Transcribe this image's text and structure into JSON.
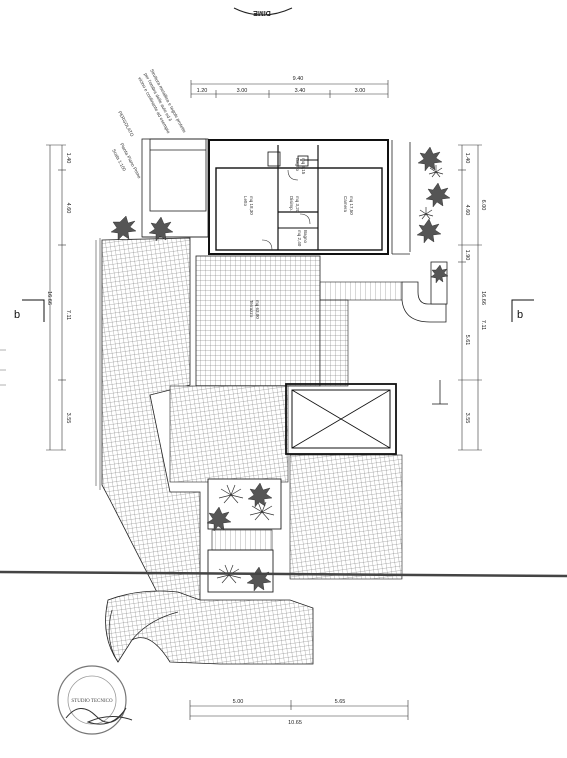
{
  "header_stamp": "DIME",
  "top_dims": {
    "total": "9.40",
    "segs": [
      "1.20",
      "3.00",
      "3.40",
      "3.00"
    ]
  },
  "bottom_dims": {
    "total": "10.65",
    "segs": [
      "5.00",
      "5.65"
    ]
  },
  "left_dims": [
    "1.40",
    "4.60",
    "16.66",
    "7.11",
    "3.55"
  ],
  "right_dims_inner": [
    "1.40",
    "4.60",
    "1.90",
    "5.61",
    "3.55"
  ],
  "right_dims_outer": [
    "6.00",
    "16.66",
    "7.11"
  ],
  "section_marks": {
    "left": "b",
    "right": "b"
  },
  "title_block": {
    "line1": "Pianta Piano Primo",
    "line2": "Scala 1:100"
  },
  "notes": {
    "pergolato": "PERGOLATO",
    "lines": [
      "Struttura metallica e tegole protette",
      "per l'ombra delle auto ed il",
      "vicino e confinante ad esempio"
    ]
  },
  "rooms": {
    "letto": {
      "name": "Letto",
      "area": "mq 18,30"
    },
    "camera": {
      "name": "Camera",
      "area": "mq 17,50"
    },
    "bagno1": {
      "name": "Bagno",
      "area": "mq 6,15"
    },
    "disimp": {
      "name": "Disimp.",
      "area": "mq 3,20"
    },
    "bagno2": {
      "name": "Bagno",
      "area": "mq 2,40"
    },
    "terrazzo": {
      "name": "Terrazzo",
      "area": "mq 63,00"
    }
  },
  "stamp_text": "STUDIO TECNICO"
}
